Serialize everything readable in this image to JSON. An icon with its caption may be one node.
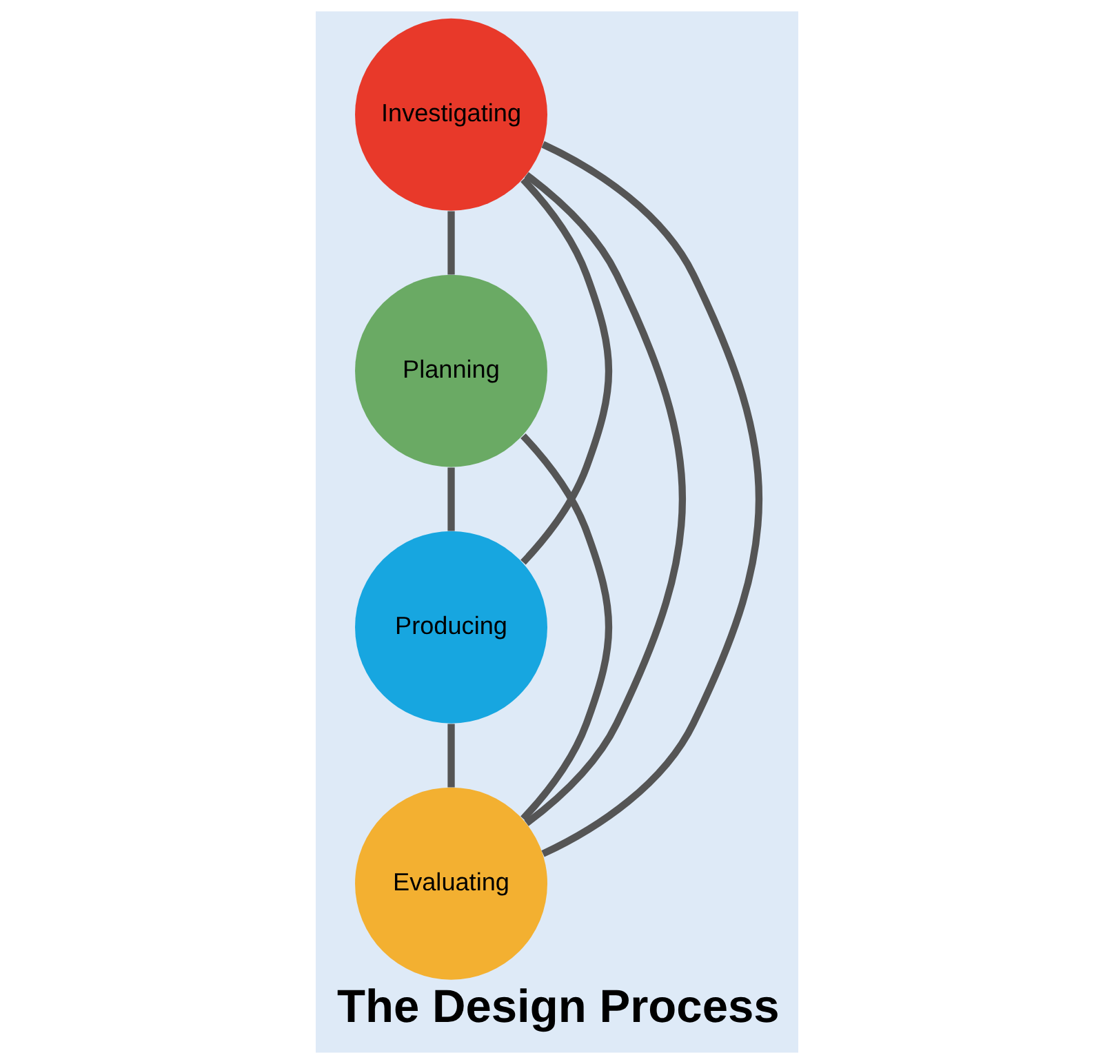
{
  "diagram": {
    "title": "The Design Process",
    "nodes": [
      {
        "text": [
          "Investigating"
        ]
      },
      {
        "text": [
          "Planning"
        ]
      },
      {
        "text": [
          "Producing"
        ]
      },
      {
        "text": [
          "Evaluating"
        ]
      }
    ],
    "edges": [
      {
        "from": 0,
        "to": 1,
        "arrow": "none"
      },
      {
        "from": 1,
        "to": 2,
        "arrow": "none"
      },
      {
        "from": 2,
        "to": 3,
        "arrow": "none"
      },
      {
        "from": 0,
        "to": 3,
        "arrow": "none"
      },
      {
        "from": 0,
        "to": 3,
        "arrow": "none"
      },
      {
        "from": 0,
        "to": 2,
        "arrow": "none"
      },
      {
        "from": 1,
        "to": 3,
        "arrow": "none"
      }
    ]
  }
}
